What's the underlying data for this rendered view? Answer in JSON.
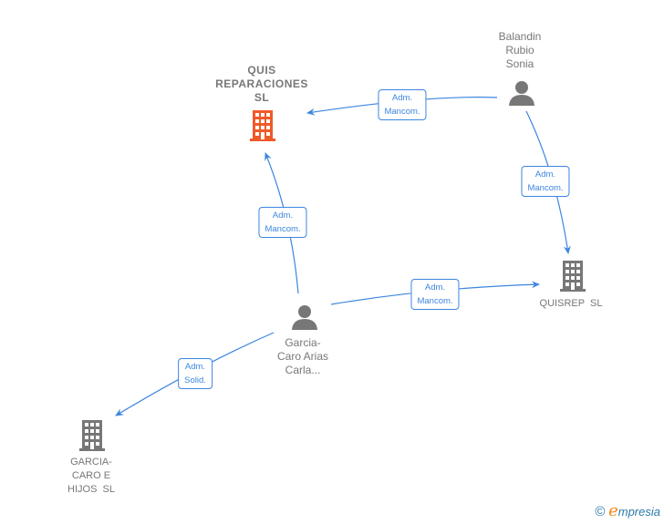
{
  "colors": {
    "edge": "#3c86e0",
    "highlight_company": "#f05a28",
    "node": "#777777"
  },
  "nodes": {
    "quis_reparaciones": {
      "lines": [
        "QUIS",
        "REPARACIONES",
        "SL"
      ],
      "icon": "building-icon"
    },
    "balandin": {
      "lines": [
        "Balandin",
        "Rubio",
        "Sonia"
      ],
      "icon": "person-icon"
    },
    "quisrep": {
      "lines": [
        "QUISREP  SL"
      ],
      "icon": "building-icon"
    },
    "garcia_caro_arias": {
      "lines": [
        "Garcia-",
        "Caro Arias",
        "Carla..."
      ],
      "icon": "person-icon"
    },
    "garcia_caro_hijos": {
      "lines": [
        "GARCIA-",
        "CARO E",
        "HIJOS  SL"
      ],
      "icon": "building-icon"
    }
  },
  "edges": [
    {
      "from": "balandin",
      "to": "quis_reparaciones",
      "label": [
        "Adm.",
        "Mancom."
      ]
    },
    {
      "from": "balandin",
      "to": "quisrep",
      "label": [
        "Adm.",
        "Mancom."
      ]
    },
    {
      "from": "garcia_caro_arias",
      "to": "quis_reparaciones",
      "label": [
        "Adm.",
        "Mancom."
      ]
    },
    {
      "from": "garcia_caro_arias",
      "to": "quisrep",
      "label": [
        "Adm.",
        "Mancom."
      ]
    },
    {
      "from": "garcia_caro_arias",
      "to": "garcia_caro_hijos",
      "label": [
        "Adm.",
        "Solid."
      ]
    }
  ],
  "brand": {
    "copyright": "©",
    "name_initial": "e",
    "name_rest": "mpresia"
  }
}
